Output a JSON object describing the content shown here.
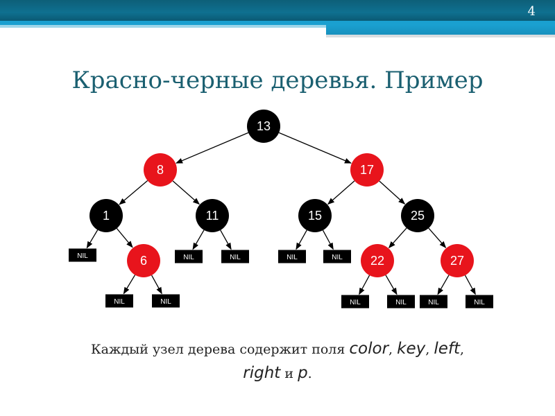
{
  "slide": {
    "number": "4",
    "title": "Красно-черные деревья. Пример"
  },
  "colors": {
    "red_node": "#e8141c",
    "black_node": "#000000",
    "title": "#1a5f70"
  },
  "tree": {
    "nodes": [
      {
        "key": "n13",
        "label": "13",
        "color": "black"
      },
      {
        "key": "n8",
        "label": "8",
        "color": "red"
      },
      {
        "key": "n17",
        "label": "17",
        "color": "red"
      },
      {
        "key": "n1",
        "label": "1",
        "color": "black"
      },
      {
        "key": "n11",
        "label": "11",
        "color": "black"
      },
      {
        "key": "n15",
        "label": "15",
        "color": "black"
      },
      {
        "key": "n25",
        "label": "25",
        "color": "black"
      },
      {
        "key": "n6",
        "label": "6",
        "color": "red"
      },
      {
        "key": "n22",
        "label": "22",
        "color": "red"
      },
      {
        "key": "n27",
        "label": "27",
        "color": "red"
      },
      {
        "key": "nil1",
        "label": "NIL",
        "color": "nil"
      },
      {
        "key": "nil2",
        "label": "NIL",
        "color": "nil"
      },
      {
        "key": "nil3",
        "label": "NIL",
        "color": "nil"
      },
      {
        "key": "nil4",
        "label": "NIL",
        "color": "nil"
      },
      {
        "key": "nil5",
        "label": "NIL",
        "color": "nil"
      },
      {
        "key": "nil6",
        "label": "NIL",
        "color": "nil"
      },
      {
        "key": "nil7",
        "label": "NIL",
        "color": "nil"
      },
      {
        "key": "nil8",
        "label": "NIL",
        "color": "nil"
      },
      {
        "key": "nil9",
        "label": "NIL",
        "color": "nil"
      },
      {
        "key": "nil10",
        "label": "NIL",
        "color": "nil"
      },
      {
        "key": "nil11",
        "label": "NIL",
        "color": "nil"
      }
    ],
    "edges": [
      [
        "n13",
        "n8"
      ],
      [
        "n13",
        "n17"
      ],
      [
        "n8",
        "n1"
      ],
      [
        "n8",
        "n11"
      ],
      [
        "n17",
        "n15"
      ],
      [
        "n17",
        "n25"
      ],
      [
        "n1",
        "nil1"
      ],
      [
        "n1",
        "n6"
      ],
      [
        "n11",
        "nil2"
      ],
      [
        "n11",
        "nil3"
      ],
      [
        "n15",
        "nil4"
      ],
      [
        "n15",
        "nil5"
      ],
      [
        "n25",
        "n22"
      ],
      [
        "n25",
        "n27"
      ],
      [
        "n6",
        "nil6"
      ],
      [
        "n6",
        "nil7"
      ],
      [
        "n22",
        "nil8"
      ],
      [
        "n22",
        "nil9"
      ],
      [
        "n27",
        "nil10"
      ],
      [
        "n27",
        "nil11"
      ]
    ]
  },
  "caption": {
    "part1": "Каждый узел дерева содержит поля ",
    "color": "color",
    "sep1": ", ",
    "key": "key",
    "sep2": ", ",
    "left": "left",
    "sep3": ",",
    "right": "right",
    "and": " и ",
    "p": "p",
    "end": "."
  }
}
